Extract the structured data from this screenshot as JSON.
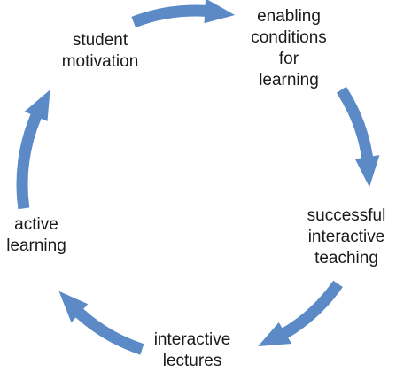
{
  "diagram": {
    "arrow_color": "#5b8ac6",
    "nodes": [
      {
        "id": "student-motivation",
        "lines": [
          "student",
          "motivation"
        ]
      },
      {
        "id": "enabling-conditions",
        "lines": [
          "enabling",
          "conditions",
          "for",
          "learning"
        ]
      },
      {
        "id": "successful-teaching",
        "lines": [
          "successful",
          "interactive",
          "teaching"
        ]
      },
      {
        "id": "interactive-lectures",
        "lines": [
          "interactive",
          "lectures"
        ]
      },
      {
        "id": "active-learning",
        "lines": [
          "active",
          "learning"
        ]
      }
    ]
  }
}
